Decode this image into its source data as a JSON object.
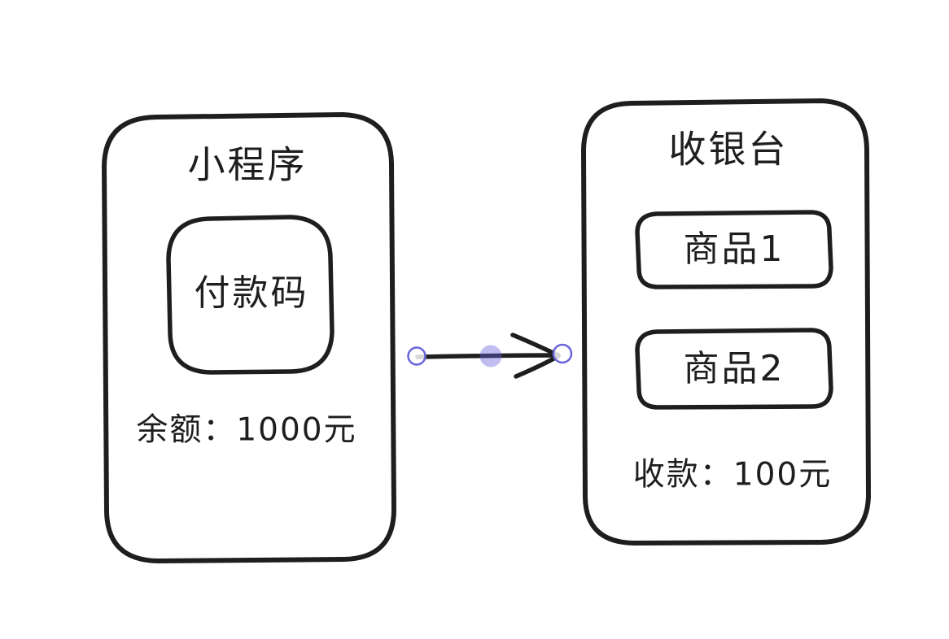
{
  "canvas": {
    "background": "#ffffff"
  },
  "palette": {
    "stroke": "#1e1e1e",
    "selection": "#6965db",
    "selection_midpoint_fill": "rgba(105,101,219,0.42)",
    "handle_fill": "rgba(255,255,255,0.82)"
  },
  "mini_program": {
    "title": "小程序",
    "payment_code": "付款码",
    "balance": "余额：1000元"
  },
  "cashier": {
    "title": "收银台",
    "product_1": "商品1",
    "product_2": "商品2",
    "amount": "收款：100元"
  },
  "arrow": {
    "icon": "arrow-right-icon",
    "selected": true
  }
}
